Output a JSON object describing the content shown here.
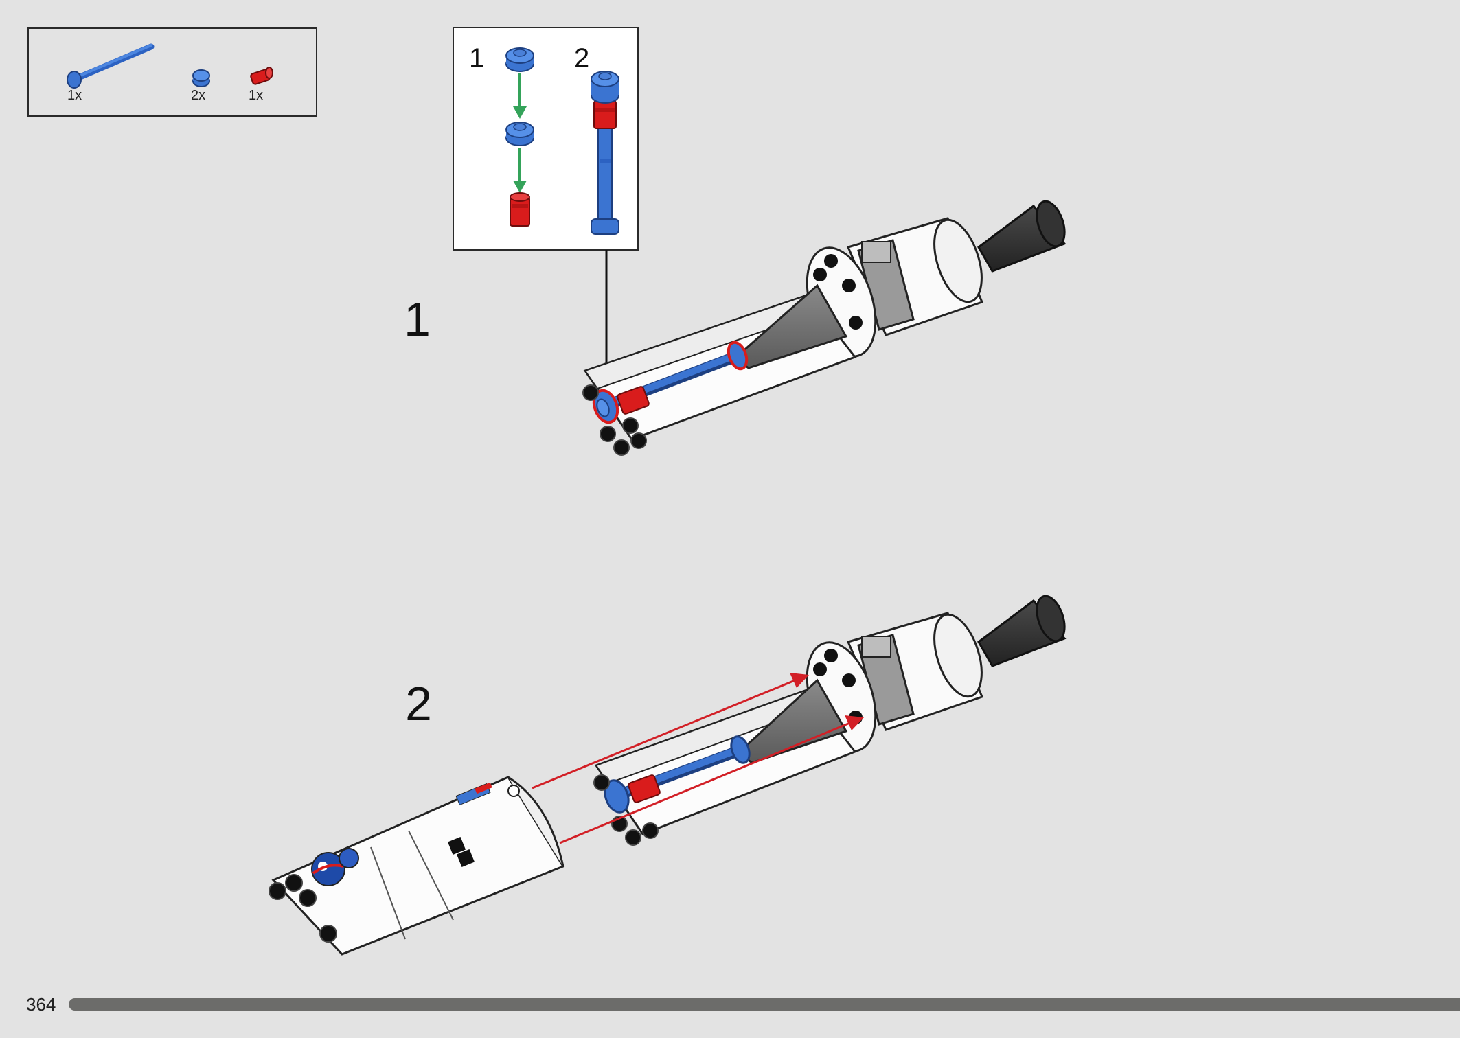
{
  "parts": [
    {
      "qty": "1x"
    },
    {
      "qty": "2x"
    },
    {
      "qty": "1x"
    }
  ],
  "substeps": [
    "1",
    "2"
  ],
  "steps": [
    "1",
    "2"
  ],
  "page_number": "364",
  "colors": {
    "blue": "#3b74d1",
    "red": "#d91c1c",
    "green_arrow": "#34a35a",
    "red_arrow": "#d21f26",
    "progress": "#6c6c6a"
  }
}
